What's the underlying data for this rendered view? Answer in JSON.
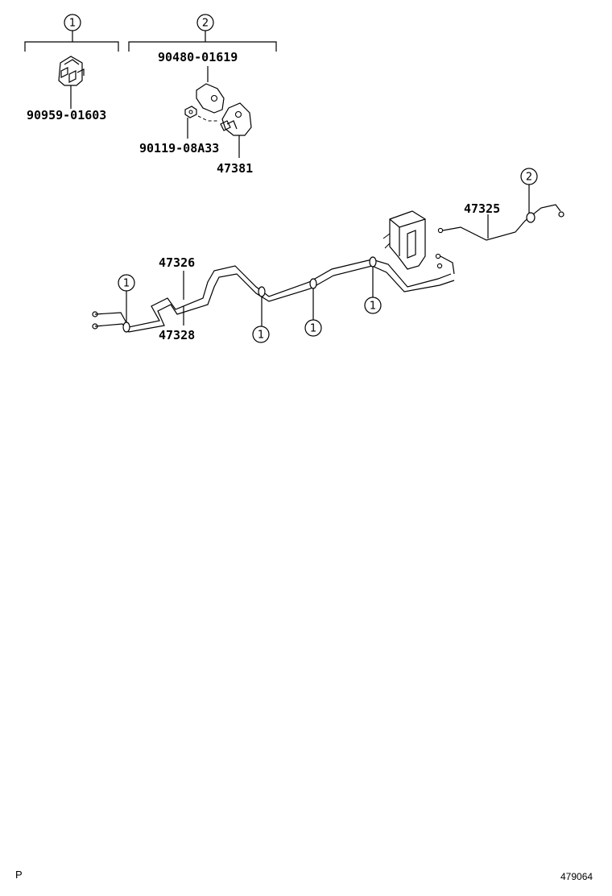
{
  "callouts": {
    "one": "1",
    "two": "2"
  },
  "parts": {
    "p1": "90959-01603",
    "p2": "90480-01619",
    "p3": "90119-08A33",
    "p4": "47381",
    "p5": "47325",
    "p6": "47326",
    "p7": "47328"
  },
  "footer": {
    "letter": "P",
    "code": "479064"
  }
}
